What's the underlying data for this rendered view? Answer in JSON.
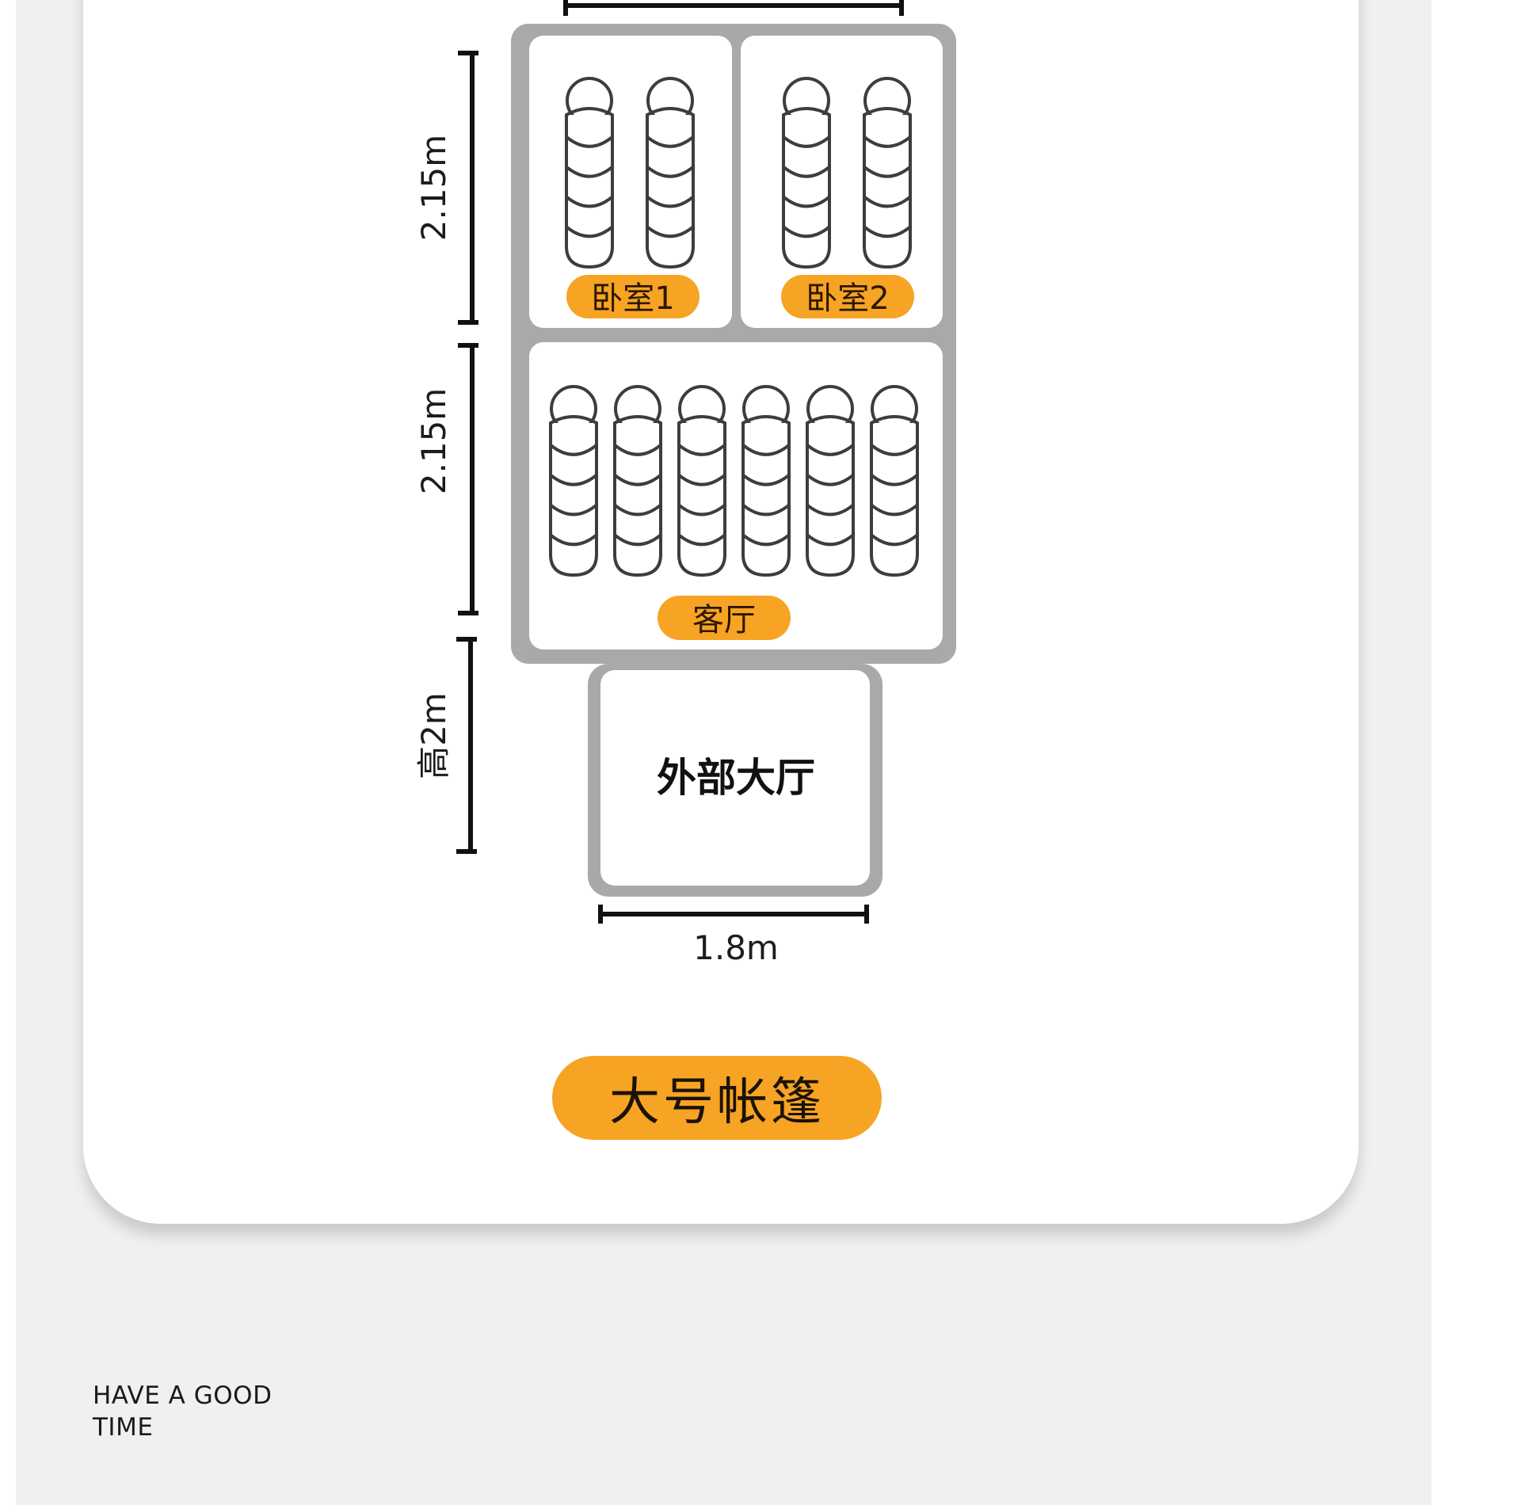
{
  "diagram": {
    "dimensions": {
      "bedroom_height": "2.15m",
      "living_height": "2.15m",
      "hall_height": "高2m",
      "hall_width": "1.8m"
    },
    "rooms": {
      "bedroom1": {
        "label": "卧室1",
        "sleepers": 2
      },
      "bedroom2": {
        "label": "卧室2",
        "sleepers": 2
      },
      "living_room": {
        "label": "客厅",
        "sleepers": 6
      },
      "outer_hall": {
        "label": "外部大厅"
      }
    }
  },
  "badge": {
    "label": "大号帐篷"
  },
  "footer": {
    "line1": "HAVE A GOOD",
    "line2": "TIME"
  },
  "colors": {
    "accent": "#f7a324",
    "wall": "#a9a9a9",
    "sleeper_stroke": "#3d3d3d",
    "background": "#f0f0f0"
  }
}
